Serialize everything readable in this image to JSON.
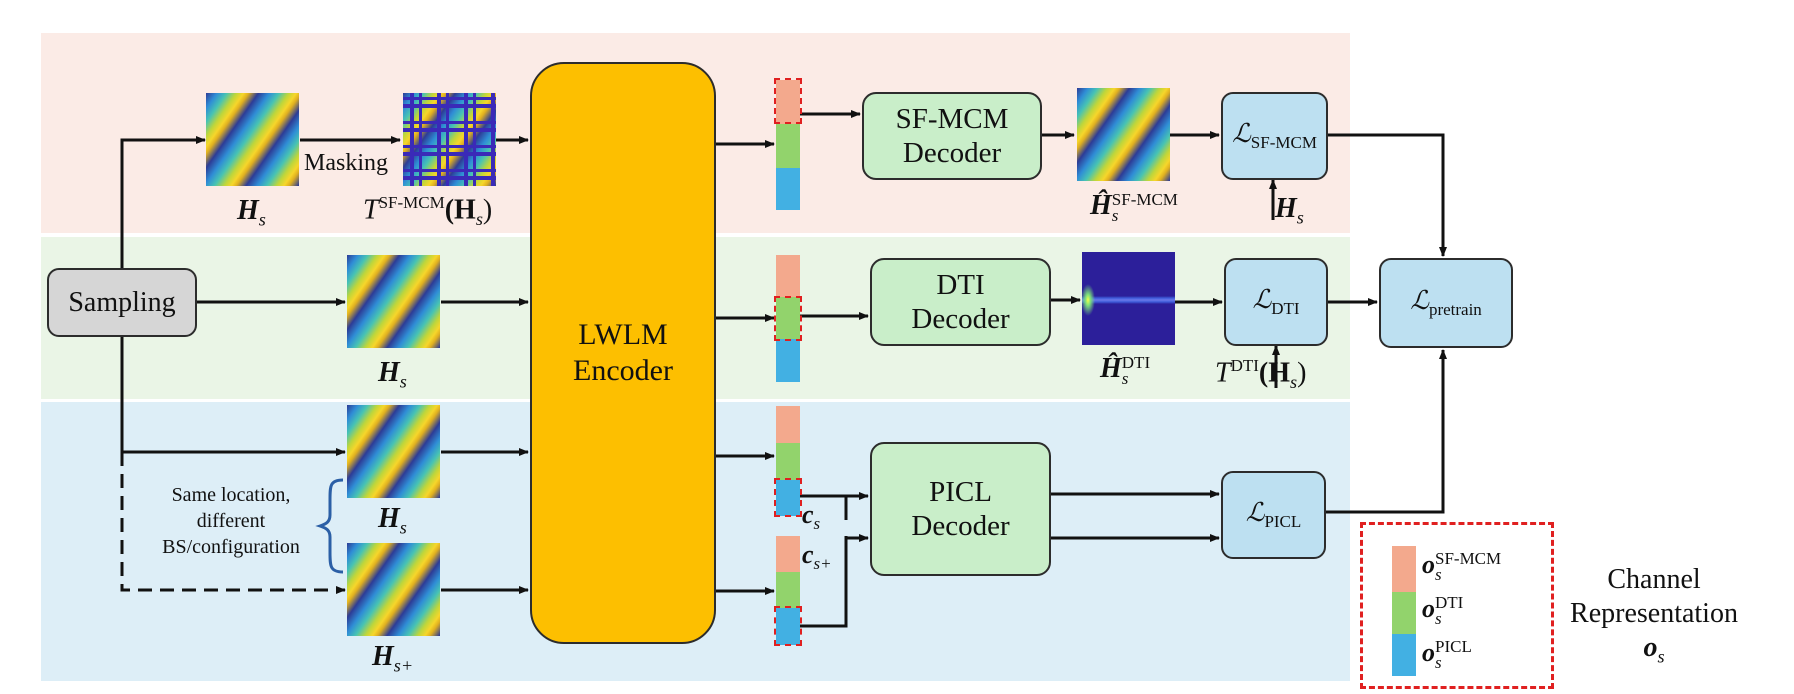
{
  "boxes": {
    "sampling": "Sampling",
    "encoder": [
      "LWLM",
      "Encoder"
    ],
    "sfmcm_decoder": [
      "SF-MCM",
      "Decoder"
    ],
    "dti_decoder": [
      "DTI",
      "Decoder"
    ],
    "picl_decoder": [
      "PICL",
      "Decoder"
    ],
    "loss_sfmcm": {
      "base": "ℒ",
      "sub": "SF-MCM"
    },
    "loss_dti": {
      "base": "ℒ",
      "sub": "DTI"
    },
    "loss_picl": {
      "base": "ℒ",
      "sub": "PICL"
    },
    "loss_pretrain": {
      "base": "ℒ",
      "sub": "pretrain"
    }
  },
  "labels": {
    "masking": "Masking",
    "h_s": {
      "base": "H",
      "sub": "s"
    },
    "h_s_plus": {
      "base": "H",
      "sub": "s+"
    },
    "t_sfmcm": {
      "t": "T",
      "sup": "SF-MCM",
      "arg": "(H",
      "sub": "s",
      "close": ")"
    },
    "t_dti": {
      "t": "T",
      "sup": "DTI",
      "arg": "(H",
      "sub": "s",
      "close": ")"
    },
    "hhat_sfmcm": {
      "base": "Ĥ",
      "sup": "SF-MCM",
      "sub": "s"
    },
    "hhat_dti": {
      "base": "Ĥ",
      "sup": "DTI",
      "sub": "s"
    },
    "c_s": {
      "base": "c",
      "sub": "s"
    },
    "c_s_plus": {
      "base": "c",
      "sub": "s+"
    },
    "same_location": [
      "Same location,",
      "different",
      "BS/configuration"
    ]
  },
  "legend": {
    "items": [
      {
        "base": "o",
        "sup": "SF-MCM",
        "sub": "s"
      },
      {
        "base": "o",
        "sup": "DTI",
        "sub": "s"
      },
      {
        "base": "o",
        "sup": "PICL",
        "sub": "s"
      }
    ],
    "title": [
      "Channel",
      "Representation"
    ],
    "symbol": {
      "base": "o",
      "sub": "s"
    }
  },
  "colors": {
    "band_top": "#fbebe6",
    "band_mid": "#eaf5e6",
    "band_bottom": "#ddeef7",
    "encoder": "#fdbf00",
    "decoder": "#c9eec9",
    "loss": "#bde0f1",
    "seg_sfmcm": "#f3a98d",
    "seg_dti": "#92d36c",
    "seg_picl": "#42b0e3",
    "dash": "#e02020"
  }
}
